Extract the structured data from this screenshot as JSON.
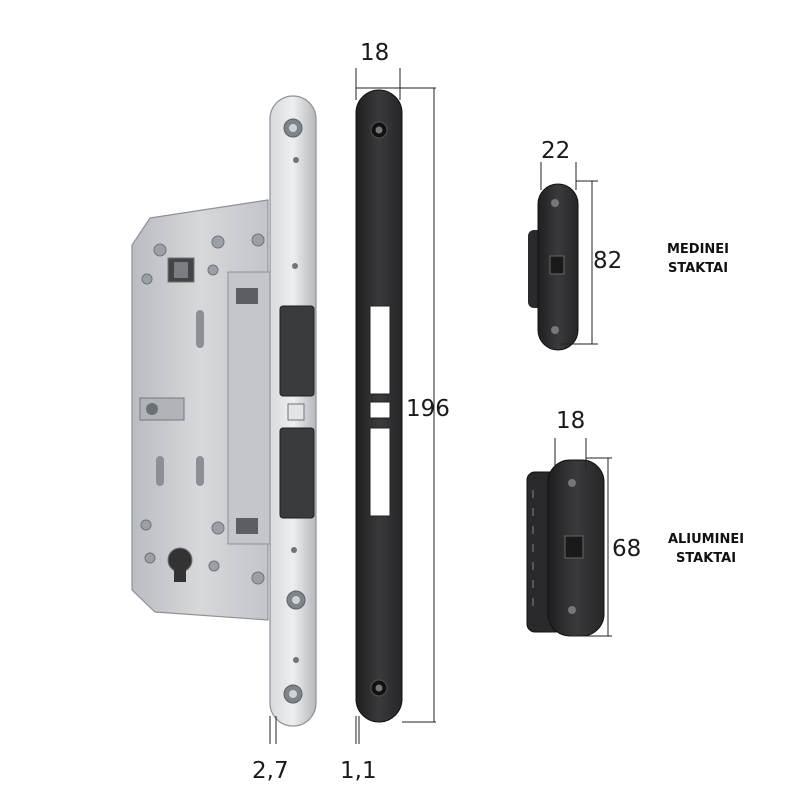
{
  "dimensions": {
    "faceplate_width": "18",
    "strike_length": "196",
    "wood_strike_width": "22",
    "wood_strike_height": "82",
    "alu_strike_width": "18",
    "alu_strike_height": "68",
    "faceplate_thickness": "2,7",
    "strike_thickness": "1,1"
  },
  "labels": {
    "wood_line1": "MEDINEI",
    "wood_line2": "STAKTAI",
    "alu_line1": "ALIUMINEI",
    "alu_line2": "STAKTAI"
  },
  "colors": {
    "lock_body": "#c9cccf",
    "strike_plate": "#2f2f31",
    "background": "#ffffff"
  }
}
